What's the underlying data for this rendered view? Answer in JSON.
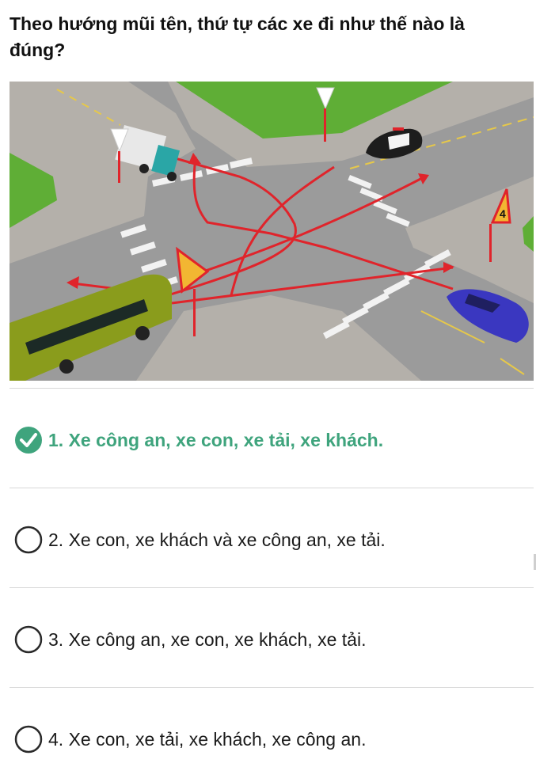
{
  "question": {
    "text": "Theo hướng mũi tên, thứ tự các xe đi như thế nào là đúng?"
  },
  "scene": {
    "sign_number": "4"
  },
  "answers": [
    {
      "label": "1. Xe công an, xe con, xe tải, xe khách.",
      "state": "correct",
      "icon": "check-circle-icon"
    },
    {
      "label": "2. Xe con, xe khách và xe công an, xe tải.",
      "state": "unselected",
      "icon": "radio-circle-icon"
    },
    {
      "label": "3. Xe công an, xe con, xe khách, xe tải.",
      "state": "unselected",
      "icon": "radio-circle-icon"
    },
    {
      "label": "4. Xe con, xe tải, xe khách, xe công an.",
      "state": "unselected",
      "icon": "radio-circle-icon"
    }
  ],
  "colors": {
    "correct": "#3fa47d",
    "route_arrow": "#e0242b",
    "grass": "#5fae36",
    "road": "#9a9a9a"
  }
}
